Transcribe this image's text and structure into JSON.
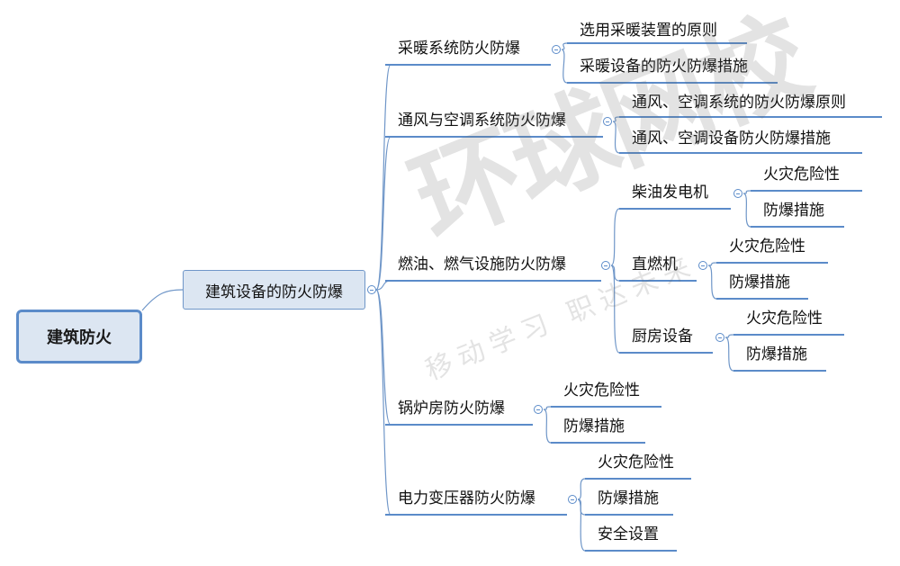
{
  "root": {
    "label": "建筑防火"
  },
  "main": {
    "label": "建筑设备的防火防爆"
  },
  "branches": [
    {
      "label": "采暖系统防火防爆",
      "children": [
        "选用采暖装置的原则",
        "采暖设备的防火防爆措施"
      ]
    },
    {
      "label": "通风与空调系统防火防爆",
      "children": [
        "通风、空调系统的防火防爆原则",
        "通风、空调设备防火防爆措施"
      ]
    },
    {
      "label": "燃油、燃气设施防火防爆",
      "subgroups": [
        {
          "label": "柴油发电机",
          "children": [
            "火灾危险性",
            "防爆措施"
          ]
        },
        {
          "label": "直燃机",
          "children": [
            "火灾危险性",
            "防爆措施"
          ]
        },
        {
          "label": "厨房设备",
          "children": [
            "火灾危险性",
            "防爆措施"
          ]
        }
      ]
    },
    {
      "label": "锅炉房防火防爆",
      "children": [
        "火灾危险性",
        "防爆措施"
      ]
    },
    {
      "label": "电力变压器防火防爆",
      "children": [
        "火灾危险性",
        "防爆措施",
        "安全设置"
      ]
    }
  ],
  "watermark": {
    "main_text": "环球网校",
    "sub_text": "移动学习 职达未来"
  },
  "colors": {
    "line": "#6f96c8",
    "underline": "#5b8bc9",
    "node_fill": "#dce6f2"
  }
}
